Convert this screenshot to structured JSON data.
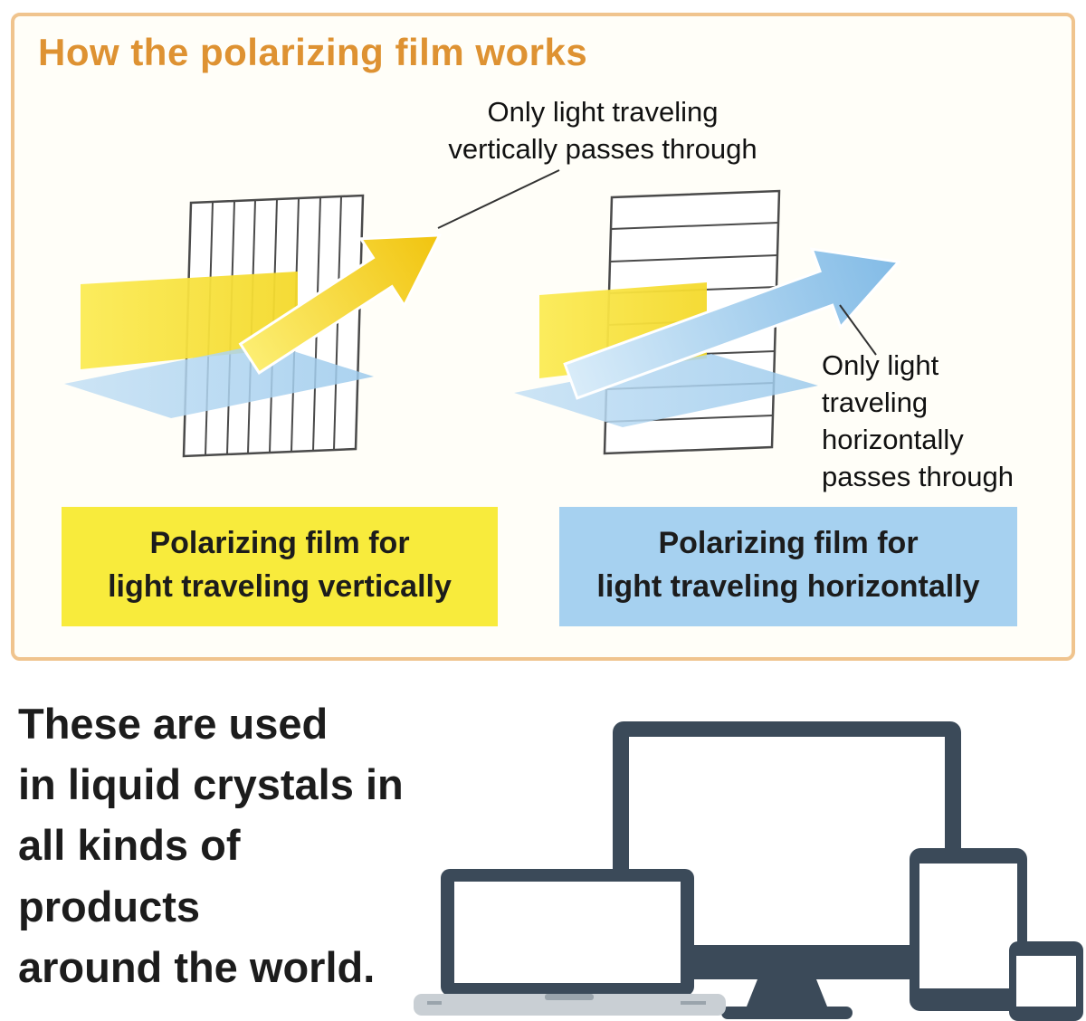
{
  "panel": {
    "title": "How the polarizing film works",
    "annotation_vertical": "Only light traveling\nvertically passes through",
    "annotation_horizontal": "Only light\ntraveling\nhorizontally\npasses through",
    "label_vertical_film": "Polarizing film for\nlight traveling vertically",
    "label_horizontal_film": "Polarizing film for\nlight traveling horizontally"
  },
  "caption": "These are used\nin liquid crystals in\nall kinds of\nproducts\naround the world.",
  "icons": {
    "monitor": "monitor-icon",
    "laptop": "laptop-icon",
    "tablet": "tablet-icon",
    "smartphone": "smartphone-icon"
  },
  "colors": {
    "title_orange": "#DE9232",
    "panel_border": "#F0C48E",
    "label_yellow": "#F8EB3C",
    "label_blue": "#A6D1F0",
    "arrow_yellow": "#F1C40F",
    "arrow_blue": "#82BBE6",
    "device_navy": "#3B4A59",
    "text": "#1C1C1C"
  }
}
